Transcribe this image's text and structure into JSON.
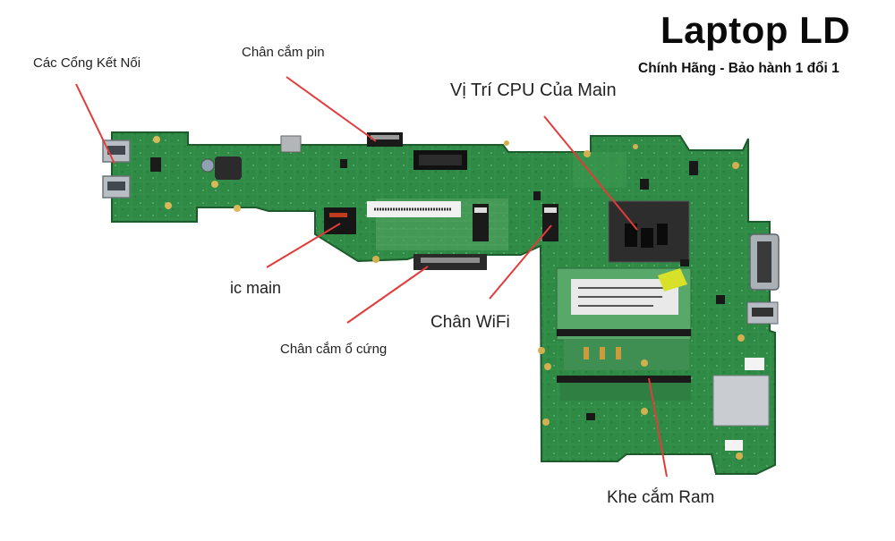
{
  "brand": {
    "title": "Laptop LD",
    "subtitle": "Chính Hãng - Bảo hành 1 đổi 1"
  },
  "labels": {
    "ports": "Các Cổng Kết Nối",
    "battery": "Chân cắm pin",
    "cpu": "Vị Trí CPU Của Main",
    "ic_main": "ic main",
    "hdd": "Chân cắm ổ cứng",
    "wifi": "Chân WiFi",
    "ram": "Khe cắm Ram"
  },
  "colors": {
    "pcb": "#2f8a45",
    "pcb_dark": "#1f6a33",
    "leader_line": "#e23b3b",
    "label_text": "#222222"
  }
}
